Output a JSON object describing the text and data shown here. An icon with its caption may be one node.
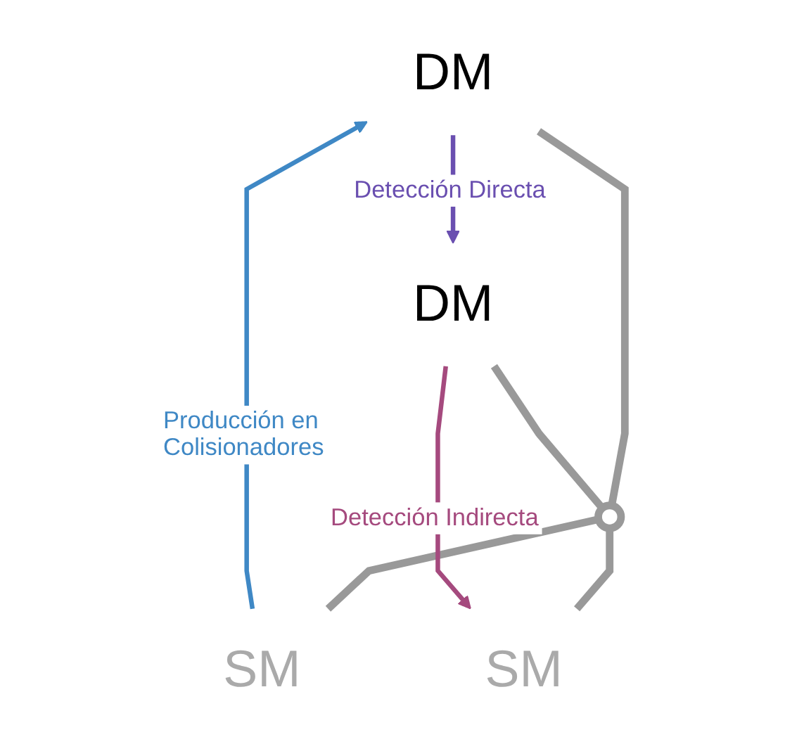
{
  "diagram": {
    "nodes": [
      {
        "text": [
          "DM"
        ]
      },
      {
        "text": [
          "DM"
        ]
      },
      {
        "text": [],
        "shape": "circle"
      },
      {
        "text": [
          "SM"
        ]
      },
      {
        "text": [
          "SM"
        ]
      }
    ],
    "edges": [
      {
        "from": 0,
        "to": 2,
        "arrow": "none"
      },
      {
        "from": 1,
        "to": 2,
        "arrow": "none"
      },
      {
        "from": 2,
        "to": 3,
        "arrow": "none"
      },
      {
        "from": 2,
        "to": 4,
        "arrow": "none"
      },
      {
        "from": 3,
        "to": 0,
        "arrow": "to",
        "label": "Producción en Colisionadores",
        "color": "#3f88c5"
      },
      {
        "from": 0,
        "to": 1,
        "arrow": "to",
        "label": "Detección Directa",
        "color": "#6a4fb0"
      },
      {
        "from": 1,
        "to": 4,
        "arrow": "to",
        "label": "Detección Indirecta",
        "color": "#a54a7e"
      }
    ]
  }
}
